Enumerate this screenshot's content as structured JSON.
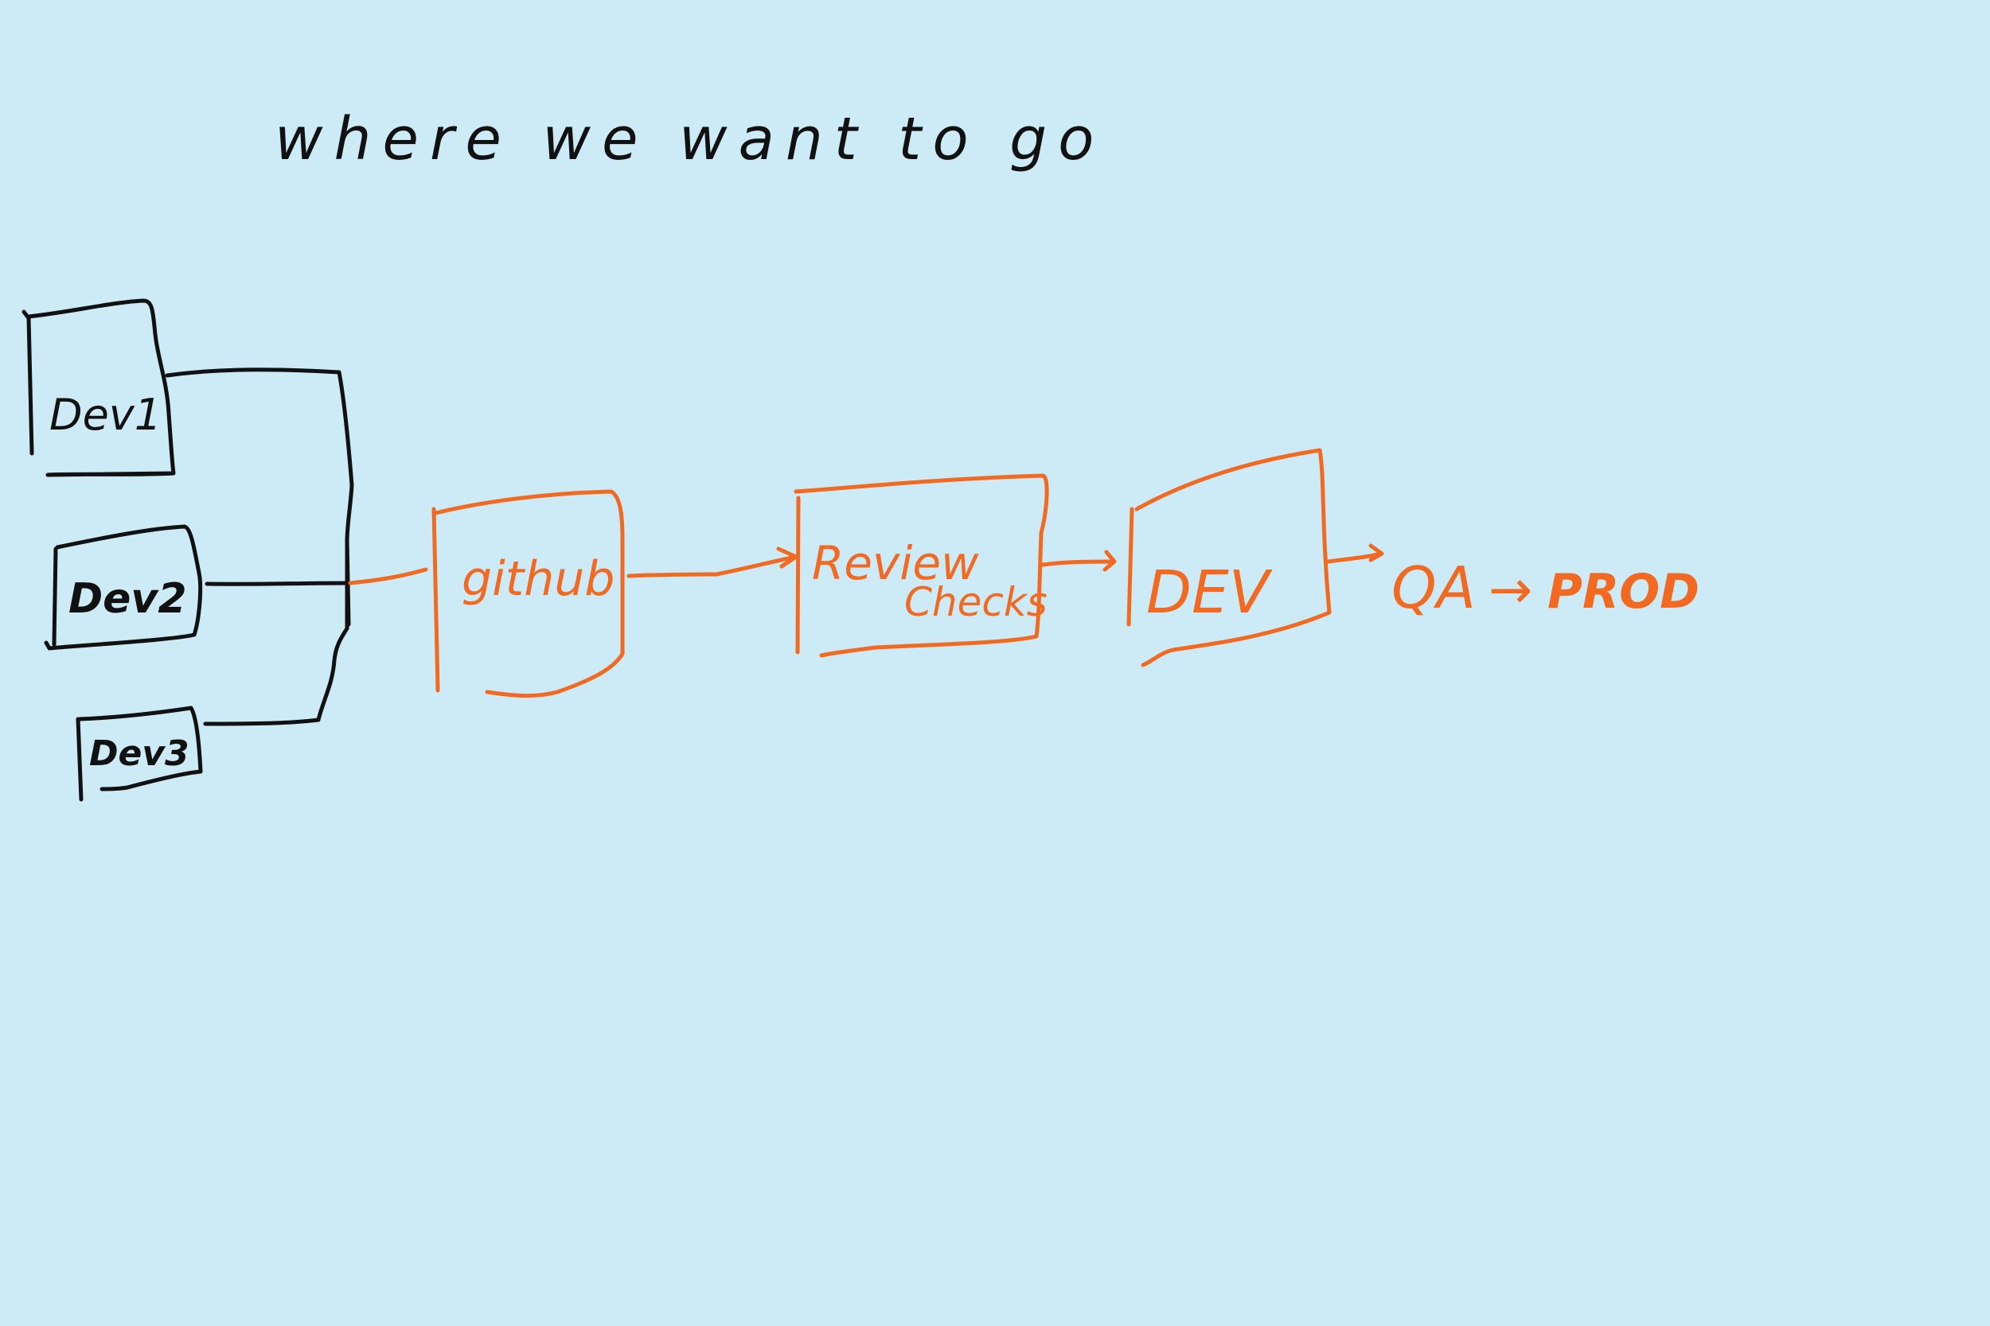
{
  "title": "where we want to go",
  "colors": {
    "background": "#cdebf6",
    "black_ink": "#111111",
    "orange_ink": "#f26a21"
  },
  "developers": [
    {
      "label": "Dev1"
    },
    {
      "label": "Dev2"
    },
    {
      "label": "Dev3"
    }
  ],
  "pipeline": {
    "github": "github",
    "review_line1": "Review",
    "review_line2": "Checks",
    "dev": "DEV",
    "qa": "QA",
    "arrow": "→",
    "prod": "PROD"
  }
}
